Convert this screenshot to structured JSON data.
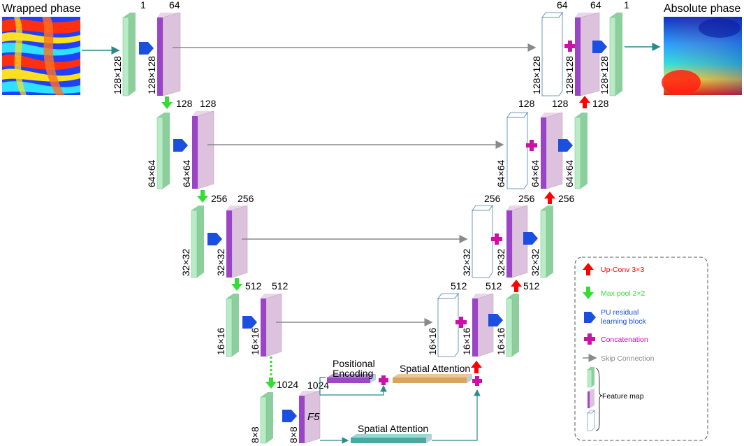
{
  "input": {
    "title": "Wrapped phase"
  },
  "output": {
    "title": "Absolute phase"
  },
  "levels": [
    {
      "size": "128×128",
      "enc_ch_in": "1",
      "enc_ch_out": "64",
      "pool_ch": "128",
      "skip_ch": "64",
      "dec_ch": "64",
      "dec_out_ch": "1"
    },
    {
      "size": "64×64",
      "enc_ch_in": "128",
      "enc_ch_out": "128",
      "pool_ch": "256",
      "skip_ch": "128",
      "dec_ch": "128",
      "up_ch": "128"
    },
    {
      "size": "32×32",
      "enc_ch_in": "256",
      "enc_ch_out": "256",
      "pool_ch": "512",
      "skip_ch": "256",
      "dec_ch": "256",
      "up_ch": "256"
    },
    {
      "size": "16×16",
      "enc_ch_in": "512",
      "enc_ch_out": "512",
      "skip_ch": "512",
      "dec_ch": "512",
      "up_ch": "512"
    }
  ],
  "bottleneck": {
    "size": "8×8",
    "ch_in": "1024",
    "ch_out": "1024",
    "block_label": "F5",
    "positional_encoding": [
      "Positional",
      "Encoding"
    ],
    "spatial_attention_top": "Spatial Attention",
    "spatial_attention_bottom": "Spatial Attention"
  },
  "legend": {
    "items": [
      {
        "label": "Up-Conv 3×3",
        "color": "#ff0000"
      },
      {
        "label": "Max pool 2×2",
        "color": "#33dd33"
      },
      {
        "label": [
          "PU residual",
          "learning block"
        ],
        "color": "#1a4fe0"
      },
      {
        "label": "Concatenation",
        "color": "#cc11aa"
      },
      {
        "label": "Skip Connection",
        "color": "#8a8a8a"
      }
    ],
    "feature_map": "Feature map"
  },
  "colors": {
    "green": "#b9ecc6",
    "green_dark": "#8ccf9d",
    "purple": "#dcc2dc",
    "purple_dark": "#9a45c6",
    "white_block_edge": "#4a7fb5",
    "blue_arrow": "#1a4fe0",
    "red_arrow": "#ff0000",
    "green_arrow": "#33dd33",
    "plus": "#cc11aa",
    "skip": "#8a8a8a",
    "teal": "#2a8a8a",
    "pos_enc": "#9a48c8",
    "sa_top": "#d9a45c",
    "sa_bottom": "#4aa9a2"
  }
}
